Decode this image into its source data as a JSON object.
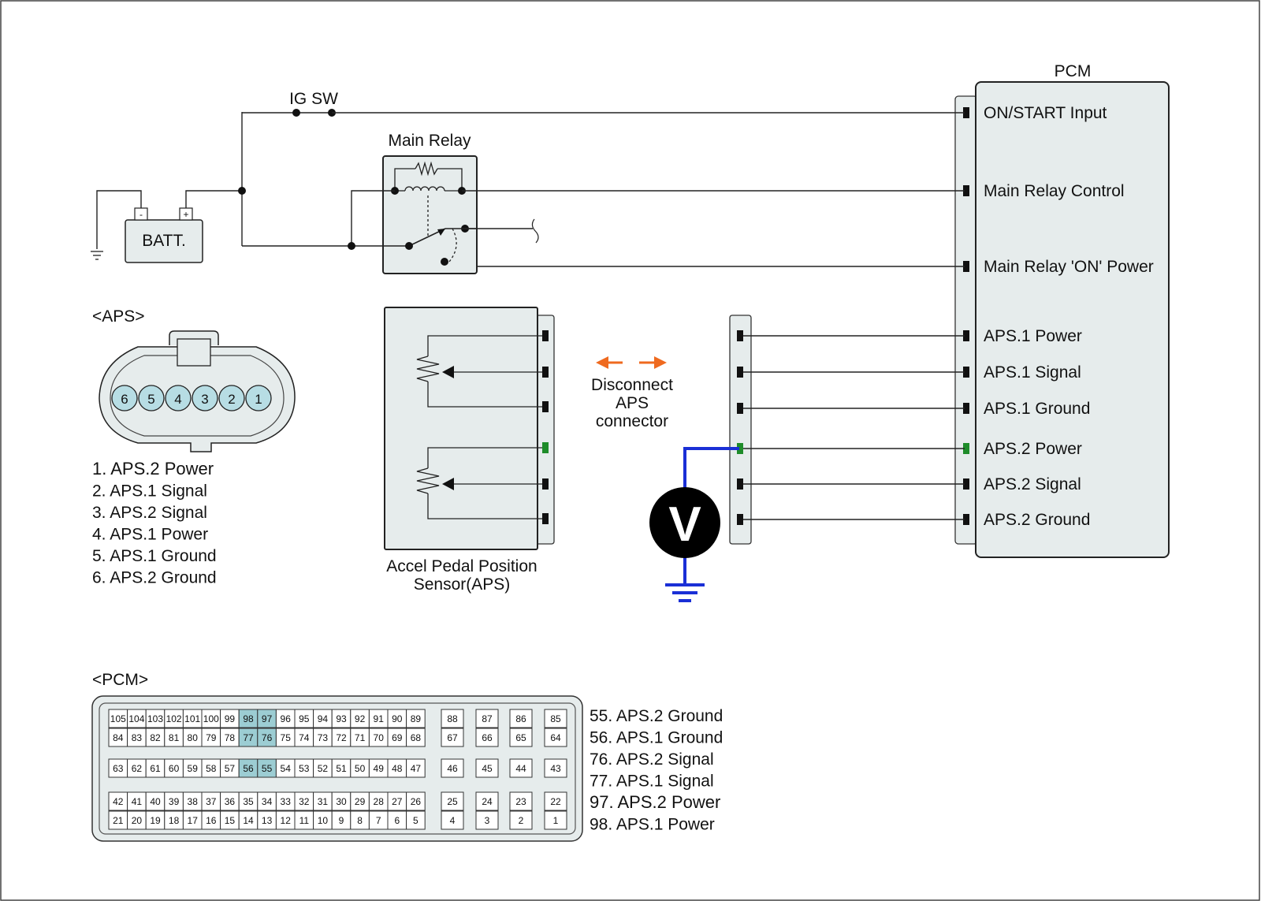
{
  "colors": {
    "highlight": "#1e8c2a",
    "meter_wire": "#1a2fd6",
    "arrow": "#ef6a1f",
    "panel_fill": "#e6ecec",
    "connector_pin_fill": "#b7dde4",
    "pcm_highlight_cell": "#9ccdd3"
  },
  "labels": {
    "ig_sw": "IG SW",
    "main_relay": "Main Relay",
    "batt": "BATT.",
    "batt_minus": "-",
    "batt_plus": "+",
    "pcm_title": "PCM",
    "aps_header": "<APS>",
    "pcm_header": "<PCM>",
    "sensor_line1": "Accel Pedal Position",
    "sensor_line2": "Sensor(APS)",
    "disconnect_line1": "Disconnect",
    "disconnect_line2": "APS",
    "disconnect_line3": "connector",
    "voltmeter": "V"
  },
  "pcm_pins": [
    {
      "label": "ON/START Input",
      "highlight": false
    },
    {
      "label": "Main Relay Control",
      "highlight": false
    },
    {
      "label": "Main Relay 'ON' Power",
      "highlight": false
    },
    {
      "label": "APS.1 Power",
      "highlight": false
    },
    {
      "label": "APS.1 Signal",
      "highlight": false
    },
    {
      "label": "APS.1 Ground",
      "highlight": false
    },
    {
      "label": "APS.2 Power",
      "highlight": true
    },
    {
      "label": "APS.2 Signal",
      "highlight": false
    },
    {
      "label": "APS.2 Ground",
      "highlight": false
    }
  ],
  "aps_connector_pins": [
    "6",
    "5",
    "4",
    "3",
    "2",
    "1"
  ],
  "aps_pin_list": [
    {
      "text": "1. APS.2 Power",
      "highlight": true
    },
    {
      "text": "2. APS.1 Signal",
      "highlight": false
    },
    {
      "text": "3. APS.2 Signal",
      "highlight": false
    },
    {
      "text": "4. APS.1 Power",
      "highlight": false
    },
    {
      "text": "5. APS.1 Ground",
      "highlight": false
    },
    {
      "text": "6. APS.2 Ground",
      "highlight": false
    }
  ],
  "pcm_connector": {
    "row1": [
      "105",
      "104",
      "103",
      "102",
      "101",
      "100",
      "99",
      "98",
      "97",
      "96",
      "95",
      "94",
      "93",
      "92",
      "91",
      "90",
      "89"
    ],
    "row1_right": [
      "88",
      "87",
      "86",
      "85"
    ],
    "row2": [
      "84",
      "83",
      "82",
      "81",
      "80",
      "79",
      "78",
      "77",
      "76",
      "75",
      "74",
      "73",
      "72",
      "71",
      "70",
      "69",
      "68"
    ],
    "row2_right": [
      "67",
      "66",
      "65",
      "64"
    ],
    "row3": [
      "63",
      "62",
      "61",
      "60",
      "59",
      "58",
      "57",
      "56",
      "55",
      "54",
      "53",
      "52",
      "51",
      "50",
      "49",
      "48",
      "47"
    ],
    "row3_right": [
      "46",
      "45",
      "44",
      "43"
    ],
    "row4": [
      "42",
      "41",
      "40",
      "39",
      "38",
      "37",
      "36",
      "35",
      "34",
      "33",
      "32",
      "31",
      "30",
      "29",
      "28",
      "27",
      "26"
    ],
    "row4_right": [
      "25",
      "24",
      "23",
      "22"
    ],
    "row5": [
      "21",
      "20",
      "19",
      "18",
      "17",
      "16",
      "15",
      "14",
      "13",
      "12",
      "11",
      "10",
      "9",
      "8",
      "7",
      "6",
      "5"
    ],
    "row5_right": [
      "4",
      "3",
      "2",
      "1"
    ],
    "highlighted": [
      "98",
      "97",
      "77",
      "76",
      "56",
      "55"
    ]
  },
  "pcm_pin_list": [
    {
      "text": "55. APS.2 Ground",
      "highlight": false
    },
    {
      "text": "56. APS.1 Ground",
      "highlight": false
    },
    {
      "text": "76. APS.2 Signal",
      "highlight": false
    },
    {
      "text": "77. APS.1 Signal",
      "highlight": false
    },
    {
      "text": "97. APS.2 Power",
      "highlight": true
    },
    {
      "text": "98. APS.1 Power",
      "highlight": false
    }
  ]
}
